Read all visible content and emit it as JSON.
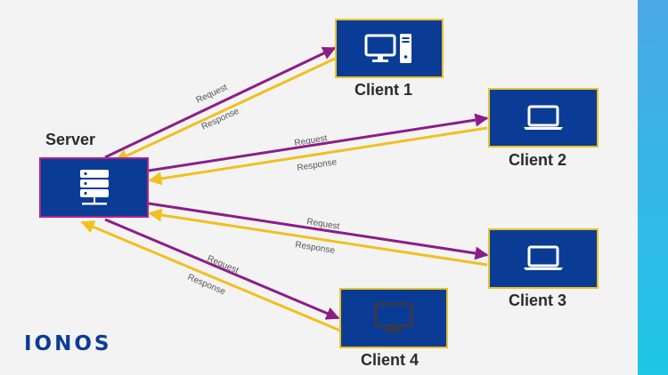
{
  "colors": {
    "node_fill": "#0b3c95",
    "client_border": "#e8c22a",
    "server_border": "#b0238c",
    "request_arrow": "#8c1d87",
    "response_arrow": "#f0c020",
    "brand": "#0b3c95",
    "side_strip": "#2bb9e6"
  },
  "server": {
    "label": "Server",
    "icon": "server-rack-icon"
  },
  "clients": [
    {
      "label": "Client 1",
      "icon": "desktop-computer-icon"
    },
    {
      "label": "Client 2",
      "icon": "laptop-icon"
    },
    {
      "label": "Client 3",
      "icon": "laptop-icon"
    },
    {
      "label": "Client 4",
      "icon": "monitor-icon"
    }
  ],
  "arrows": {
    "request_label": "Request",
    "response_label": "Response"
  },
  "logo": {
    "text": "IONOS"
  }
}
